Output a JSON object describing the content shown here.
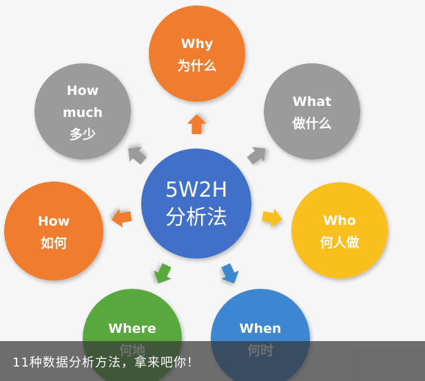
{
  "center": {
    "line1": "5W2H",
    "line2": "分析法",
    "color": "#3f6fc8"
  },
  "nodes": [
    {
      "id": "why",
      "lines": [
        "Why",
        "为什么"
      ],
      "color": "#f07b2d",
      "arrow_color": "#f07b2d"
    },
    {
      "id": "what",
      "lines": [
        "What",
        "做什么"
      ],
      "color": "#9b9b9b",
      "arrow_color": "#9b9b9b"
    },
    {
      "id": "who",
      "lines": [
        "Who",
        "何人做"
      ],
      "color": "#f9bf1e",
      "arrow_color": "#f9bf1e"
    },
    {
      "id": "when",
      "lines": [
        "When",
        "何时"
      ],
      "color": "#3d86d0",
      "arrow_color": "#3d86d0"
    },
    {
      "id": "where",
      "lines": [
        "Where",
        "何地"
      ],
      "color": "#58a83e",
      "arrow_color": "#58a83e"
    },
    {
      "id": "how",
      "lines": [
        "How",
        "如何"
      ],
      "color": "#f07b2d",
      "arrow_color": "#f07b2d"
    },
    {
      "id": "how-much",
      "lines": [
        "How",
        "much",
        "多少"
      ],
      "color": "#9b9b9b",
      "arrow_color": "#9b9b9b"
    }
  ],
  "caption": "11种数据分析方法，拿来吧你！"
}
